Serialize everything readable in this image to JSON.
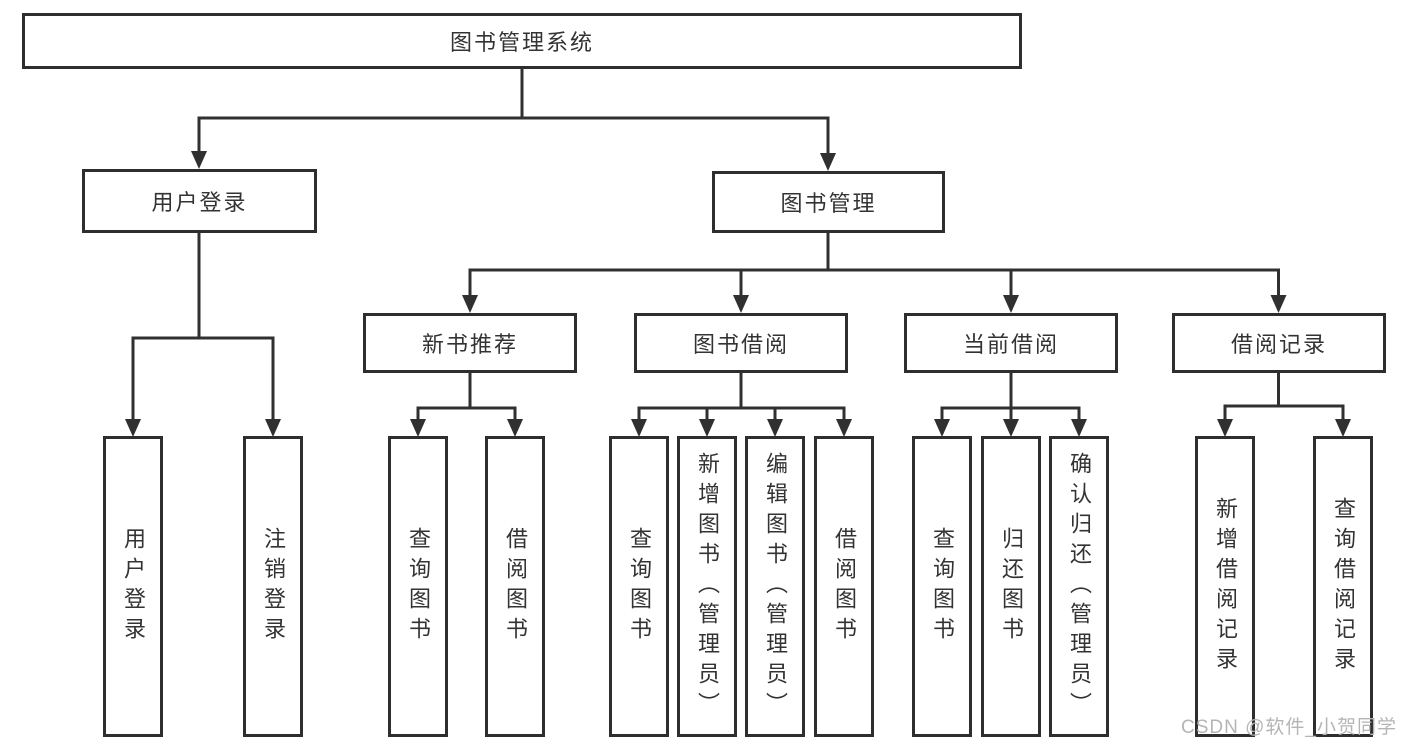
{
  "diagram": {
    "root": {
      "label": "图书管理系统"
    },
    "level2": [
      {
        "label": "用户登录"
      },
      {
        "label": "图书管理"
      }
    ],
    "level3": [
      {
        "label": "新书推荐"
      },
      {
        "label": "图书借阅"
      },
      {
        "label": "当前借阅"
      },
      {
        "label": "借阅记录"
      }
    ],
    "leaves": {
      "user_login": [
        {
          "label": "用户登录"
        },
        {
          "label": "注销登录"
        }
      ],
      "new_book_recommend": [
        {
          "label": "查询图书"
        },
        {
          "label": "借阅图书"
        }
      ],
      "book_borrow": [
        {
          "label": "查询图书"
        },
        {
          "label": "新增图书（管理员）"
        },
        {
          "label": "编辑图书（管理员）"
        },
        {
          "label": "借阅图书"
        }
      ],
      "current_borrow": [
        {
          "label": "查询图书"
        },
        {
          "label": "归还图书"
        },
        {
          "label": "确认归还（管理员）"
        }
      ],
      "borrow_records": [
        {
          "label": "新增借阅记录"
        },
        {
          "label": "查询借阅记录"
        }
      ]
    }
  },
  "watermark": {
    "text": "CSDN @软件_小贺同学"
  },
  "colors": {
    "line": "#303030",
    "box_border": "#2e2e2e",
    "text": "#333333",
    "watermark": "#b5b5b5",
    "background": "#ffffff"
  }
}
